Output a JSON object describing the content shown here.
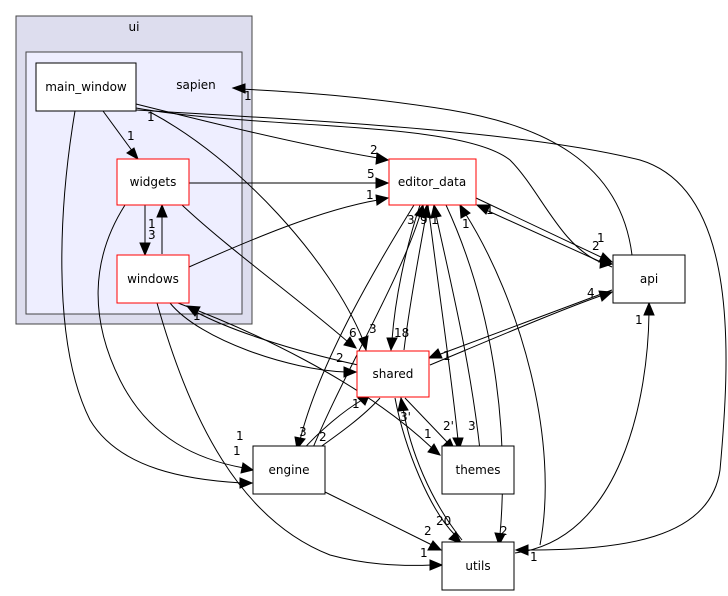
{
  "clusters": {
    "ui": "ui",
    "sapien": "sapien"
  },
  "nodes": {
    "main_window": "main_window",
    "widgets": "widgets",
    "windows": "windows",
    "editor_data": "editor_data",
    "api": "api",
    "shared": "shared",
    "engine": "engine",
    "themes": "themes",
    "utils": "utils"
  },
  "edge_labels": {
    "mw_sapien": "1",
    "mw_widgets": "1",
    "mw_shared": "1",
    "mw_editor": "2",
    "widgets_editor": "5",
    "windows_editor": "1",
    "widgets_windows": "3",
    "windows_widgets": "1",
    "windows_shared": "2",
    "windows_shared_src": "1",
    "editor_api": "2",
    "api_editor": "1",
    "api_editor_b": "1",
    "editor_engine": "6",
    "editor_shared": "3",
    "shared_editor": "18",
    "editor_top_a": "3",
    "editor_top_b": "9",
    "editor_top_c": "1",
    "editor_top_d": "1",
    "api_shared": "4",
    "shared_api": "1",
    "utils_api": "1",
    "engine_in": "1",
    "engine_in_b": "1",
    "engine_shared_a": "3",
    "engine_shared_b": "2",
    "shared_engine": "1",
    "shared_themes": "2'",
    "themes_editor": "3",
    "windows_themes": "1",
    "utils_shared": "3'",
    "shared_utils": "20",
    "engine_utils": "2",
    "windows_utils": "1",
    "editor_utils": "2",
    "utils_out": "1"
  },
  "colors": {
    "ui_cluster_fill": "#ddddee",
    "sapien_cluster_fill": "#eeeeff",
    "highlight_border": "#ff0000",
    "normal_border": "#000000"
  }
}
